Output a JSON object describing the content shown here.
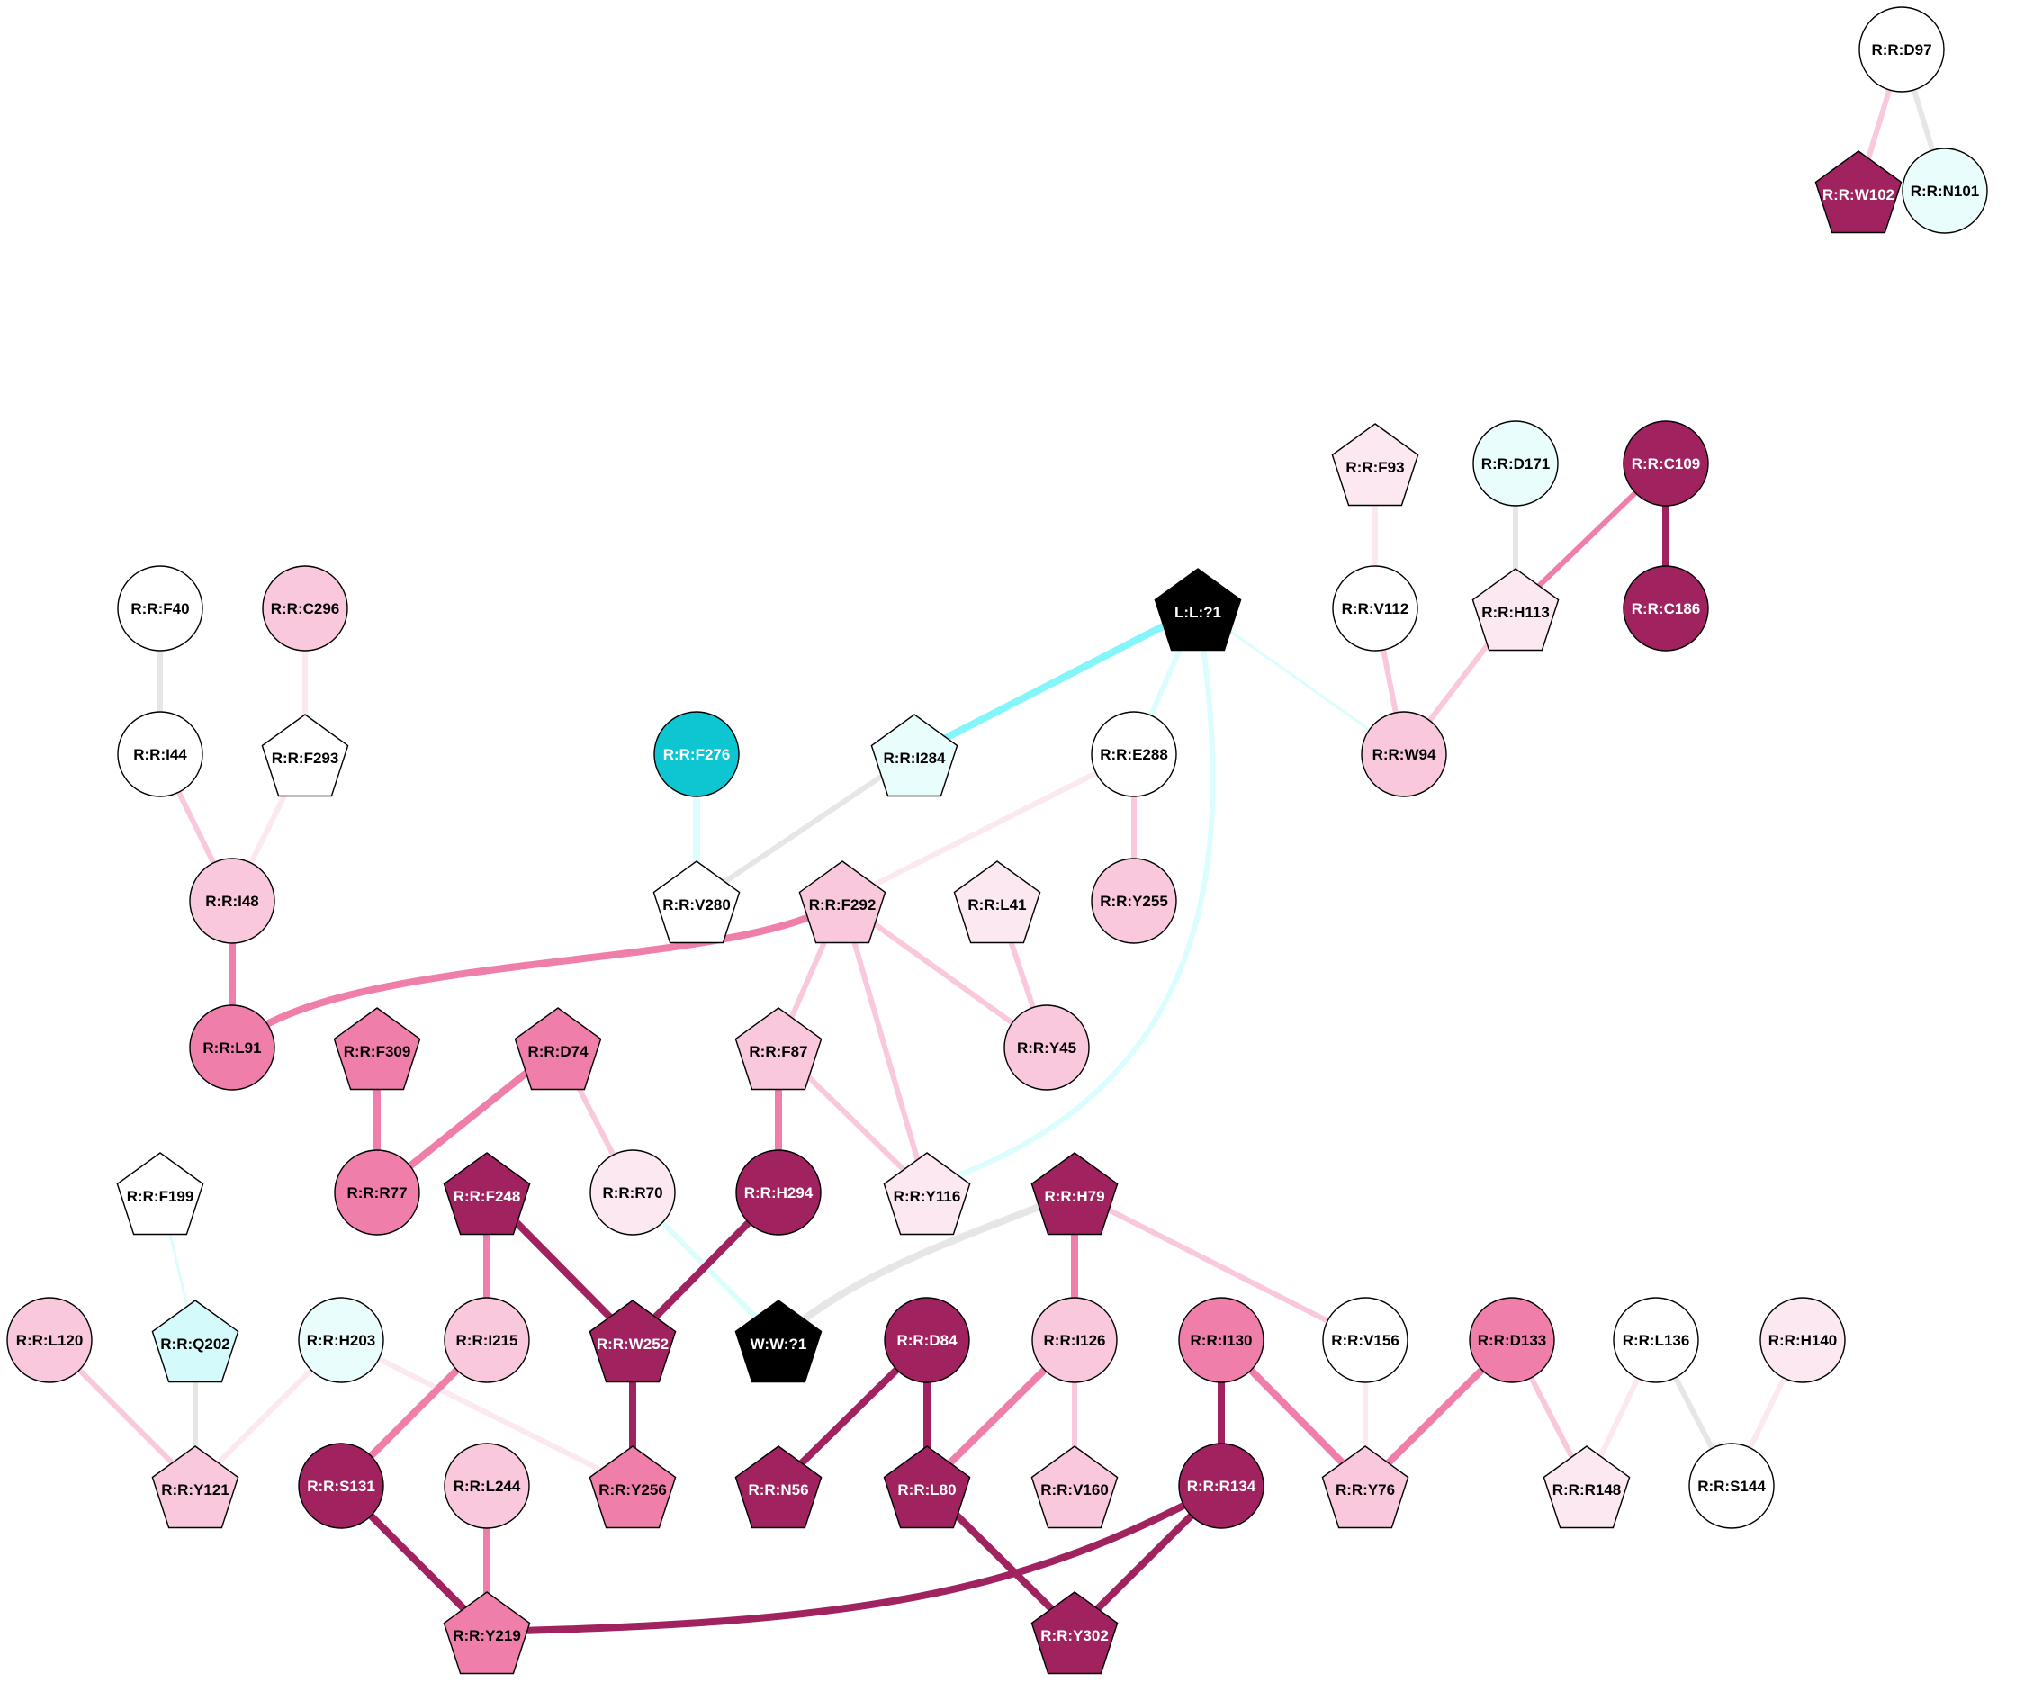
{
  "palette": {
    "white": "#ffffff",
    "pale_pink": "#fce8f0",
    "light_pink": "#f9c8dc",
    "pink": "#ef7eaa",
    "magenta": "#a0225f",
    "pale_cyan": "#eafdfd",
    "light_cyan": "#d5fafb",
    "teal": "#0ec6d2",
    "black": "#000000",
    "edge_gray": "#e6e6e6",
    "edge_cyan": "#84f6fa",
    "edge_pale_cyan": "#dcfdfd"
  },
  "nodes": [
    {
      "id": "D97",
      "label": "R:R:D97",
      "shape": "circle",
      "fill": "white"
    },
    {
      "id": "W102",
      "label": "R:R:W102",
      "shape": "pentagon",
      "fill": "magenta"
    },
    {
      "id": "N101",
      "label": "R:R:N101",
      "shape": "circle",
      "fill": "pale_cyan"
    },
    {
      "id": "F93",
      "label": "R:R:F93",
      "shape": "pentagon",
      "fill": "pale_pink"
    },
    {
      "id": "D171",
      "label": "R:R:D171",
      "shape": "circle",
      "fill": "pale_cyan"
    },
    {
      "id": "C109",
      "label": "R:R:C109",
      "shape": "circle",
      "fill": "magenta"
    },
    {
      "id": "F40",
      "label": "R:R:F40",
      "shape": "circle",
      "fill": "white"
    },
    {
      "id": "C296",
      "label": "R:R:C296",
      "shape": "circle",
      "fill": "light_pink"
    },
    {
      "id": "L1",
      "label": "L:L:?1",
      "shape": "pentagon",
      "fill": "black"
    },
    {
      "id": "V112",
      "label": "R:R:V112",
      "shape": "circle",
      "fill": "white"
    },
    {
      "id": "H113",
      "label": "R:R:H113",
      "shape": "pentagon",
      "fill": "pale_pink"
    },
    {
      "id": "C186",
      "label": "R:R:C186",
      "shape": "circle",
      "fill": "magenta"
    },
    {
      "id": "I44",
      "label": "R:R:I44",
      "shape": "circle",
      "fill": "white"
    },
    {
      "id": "F293",
      "label": "R:R:F293",
      "shape": "pentagon",
      "fill": "white"
    },
    {
      "id": "F276",
      "label": "R:R:F276",
      "shape": "circle",
      "fill": "teal"
    },
    {
      "id": "I284",
      "label": "R:R:I284",
      "shape": "pentagon",
      "fill": "pale_cyan"
    },
    {
      "id": "E288",
      "label": "R:R:E288",
      "shape": "circle",
      "fill": "white"
    },
    {
      "id": "W94",
      "label": "R:R:W94",
      "shape": "circle",
      "fill": "light_pink"
    },
    {
      "id": "I48",
      "label": "R:R:I48",
      "shape": "circle",
      "fill": "light_pink"
    },
    {
      "id": "V280",
      "label": "R:R:V280",
      "shape": "pentagon",
      "fill": "white"
    },
    {
      "id": "F292",
      "label": "R:R:F292",
      "shape": "pentagon",
      "fill": "light_pink"
    },
    {
      "id": "L41",
      "label": "R:R:L41",
      "shape": "pentagon",
      "fill": "pale_pink"
    },
    {
      "id": "Y255",
      "label": "R:R:Y255",
      "shape": "circle",
      "fill": "light_pink"
    },
    {
      "id": "L91",
      "label": "R:R:L91",
      "shape": "circle",
      "fill": "pink"
    },
    {
      "id": "F309",
      "label": "R:R:F309",
      "shape": "pentagon",
      "fill": "pink"
    },
    {
      "id": "D74",
      "label": "R:R:D74",
      "shape": "pentagon",
      "fill": "pink"
    },
    {
      "id": "F87",
      "label": "R:R:F87",
      "shape": "pentagon",
      "fill": "light_pink"
    },
    {
      "id": "Y45",
      "label": "R:R:Y45",
      "shape": "circle",
      "fill": "light_pink"
    },
    {
      "id": "F199",
      "label": "R:R:F199",
      "shape": "pentagon",
      "fill": "white"
    },
    {
      "id": "R77",
      "label": "R:R:R77",
      "shape": "circle",
      "fill": "pink"
    },
    {
      "id": "F248",
      "label": "R:R:F248",
      "shape": "pentagon",
      "fill": "magenta"
    },
    {
      "id": "R70",
      "label": "R:R:R70",
      "shape": "circle",
      "fill": "pale_pink"
    },
    {
      "id": "H294",
      "label": "R:R:H294",
      "shape": "circle",
      "fill": "magenta"
    },
    {
      "id": "Y116",
      "label": "R:R:Y116",
      "shape": "pentagon",
      "fill": "pale_pink"
    },
    {
      "id": "H79",
      "label": "R:R:H79",
      "shape": "pentagon",
      "fill": "magenta"
    },
    {
      "id": "L120",
      "label": "R:R:L120",
      "shape": "circle",
      "fill": "light_pink"
    },
    {
      "id": "Q202",
      "label": "R:R:Q202",
      "shape": "pentagon",
      "fill": "light_cyan"
    },
    {
      "id": "H203",
      "label": "R:R:H203",
      "shape": "circle",
      "fill": "pale_cyan"
    },
    {
      "id": "I215",
      "label": "R:R:I215",
      "shape": "circle",
      "fill": "light_pink"
    },
    {
      "id": "W252",
      "label": "R:R:W252",
      "shape": "pentagon",
      "fill": "magenta"
    },
    {
      "id": "W1",
      "label": "W:W:?1",
      "shape": "pentagon",
      "fill": "black"
    },
    {
      "id": "D84",
      "label": "R:R:D84",
      "shape": "circle",
      "fill": "magenta"
    },
    {
      "id": "I126",
      "label": "R:R:I126",
      "shape": "circle",
      "fill": "light_pink"
    },
    {
      "id": "I130",
      "label": "R:R:I130",
      "shape": "circle",
      "fill": "pink"
    },
    {
      "id": "V156",
      "label": "R:R:V156",
      "shape": "circle",
      "fill": "white"
    },
    {
      "id": "D133",
      "label": "R:R:D133",
      "shape": "circle",
      "fill": "pink"
    },
    {
      "id": "L136",
      "label": "R:R:L136",
      "shape": "circle",
      "fill": "white"
    },
    {
      "id": "H140",
      "label": "R:R:H140",
      "shape": "circle",
      "fill": "pale_pink"
    },
    {
      "id": "Y121",
      "label": "R:R:Y121",
      "shape": "pentagon",
      "fill": "light_pink"
    },
    {
      "id": "S131",
      "label": "R:R:S131",
      "shape": "circle",
      "fill": "magenta"
    },
    {
      "id": "L244",
      "label": "R:R:L244",
      "shape": "circle",
      "fill": "light_pink"
    },
    {
      "id": "Y256",
      "label": "R:R:Y256",
      "shape": "pentagon",
      "fill": "pink"
    },
    {
      "id": "N56",
      "label": "R:R:N56",
      "shape": "pentagon",
      "fill": "magenta"
    },
    {
      "id": "L80",
      "label": "R:R:L80",
      "shape": "pentagon",
      "fill": "magenta"
    },
    {
      "id": "V160",
      "label": "R:R:V160",
      "shape": "pentagon",
      "fill": "light_pink"
    },
    {
      "id": "R134",
      "label": "R:R:R134",
      "shape": "circle",
      "fill": "magenta"
    },
    {
      "id": "Y76",
      "label": "R:R:Y76",
      "shape": "pentagon",
      "fill": "light_pink"
    },
    {
      "id": "R148",
      "label": "R:R:R148",
      "shape": "pentagon",
      "fill": "pale_pink"
    },
    {
      "id": "S144",
      "label": "R:R:S144",
      "shape": "circle",
      "fill": "white"
    },
    {
      "id": "Y219",
      "label": "R:R:Y219",
      "shape": "pentagon",
      "fill": "pink"
    },
    {
      "id": "Y302",
      "label": "R:R:Y302",
      "shape": "pentagon",
      "fill": "magenta"
    }
  ],
  "edges": [
    {
      "from": "D97",
      "to": "W102",
      "color": "light_pink",
      "weight": 2
    },
    {
      "from": "D97",
      "to": "N101",
      "color": "edge_gray",
      "weight": 2
    },
    {
      "from": "F93",
      "to": "V112",
      "color": "pale_pink",
      "weight": 2
    },
    {
      "from": "D171",
      "to": "H113",
      "color": "edge_gray",
      "weight": 2
    },
    {
      "from": "C109",
      "to": "H113",
      "color": "pink",
      "weight": 2
    },
    {
      "from": "C109",
      "to": "C186",
      "color": "magenta",
      "weight": 3
    },
    {
      "from": "V112",
      "to": "W94",
      "color": "light_pink",
      "weight": 2
    },
    {
      "from": "H113",
      "to": "W94",
      "color": "light_pink",
      "weight": 2
    },
    {
      "from": "L1",
      "to": "I284",
      "color": "edge_cyan",
      "weight": 3
    },
    {
      "from": "L1",
      "to": "E288",
      "color": "edge_pale_cyan",
      "weight": 2
    },
    {
      "from": "L1",
      "to": "W94",
      "color": "edge_pale_cyan",
      "weight": 1
    },
    {
      "from": "L1",
      "to": "Y116",
      "color": "edge_pale_cyan",
      "weight": 2,
      "curve": "ligand"
    },
    {
      "from": "F40",
      "to": "I44",
      "color": "edge_gray",
      "weight": 2
    },
    {
      "from": "C296",
      "to": "F293",
      "color": "pale_pink",
      "weight": 2
    },
    {
      "from": "I44",
      "to": "I48",
      "color": "light_pink",
      "weight": 2
    },
    {
      "from": "F293",
      "to": "I48",
      "color": "pale_pink",
      "weight": 2
    },
    {
      "from": "I48",
      "to": "L91",
      "color": "pink",
      "weight": 3
    },
    {
      "from": "F292",
      "to": "L91",
      "color": "pink",
      "weight": 3,
      "curve": "long"
    },
    {
      "from": "F276",
      "to": "V280",
      "color": "edge_pale_cyan",
      "weight": 3
    },
    {
      "from": "I284",
      "to": "V280",
      "color": "edge_gray",
      "weight": 2
    },
    {
      "from": "E288",
      "to": "F292",
      "color": "pale_pink",
      "weight": 2
    },
    {
      "from": "E288",
      "to": "Y255",
      "color": "light_pink",
      "weight": 2
    },
    {
      "from": "F292",
      "to": "F87",
      "color": "light_pink",
      "weight": 2
    },
    {
      "from": "F292",
      "to": "Y116",
      "color": "light_pink",
      "weight": 2
    },
    {
      "from": "F292",
      "to": "Y45",
      "color": "light_pink",
      "weight": 2
    },
    {
      "from": "L41",
      "to": "Y45",
      "color": "light_pink",
      "weight": 2
    },
    {
      "from": "F309",
      "to": "R77",
      "color": "pink",
      "weight": 3
    },
    {
      "from": "D74",
      "to": "R77",
      "color": "pink",
      "weight": 3
    },
    {
      "from": "D74",
      "to": "R70",
      "color": "light_pink",
      "weight": 2
    },
    {
      "from": "F87",
      "to": "H294",
      "color": "pink",
      "weight": 3
    },
    {
      "from": "F87",
      "to": "Y116",
      "color": "light_pink",
      "weight": 2
    },
    {
      "from": "R70",
      "to": "W1",
      "color": "edge_pale_cyan",
      "weight": 2
    },
    {
      "from": "H294",
      "to": "W252",
      "color": "magenta",
      "weight": 3
    },
    {
      "from": "F248",
      "to": "I215",
      "color": "pink",
      "weight": 3
    },
    {
      "from": "F248",
      "to": "W252",
      "color": "magenta",
      "weight": 3
    },
    {
      "from": "H79",
      "to": "W1",
      "color": "edge_gray",
      "weight": 3,
      "curve": "soft"
    },
    {
      "from": "H79",
      "to": "I126",
      "color": "pink",
      "weight": 3
    },
    {
      "from": "H79",
      "to": "V156",
      "color": "light_pink",
      "weight": 2
    },
    {
      "from": "F199",
      "to": "Q202",
      "color": "edge_pale_cyan",
      "weight": 1
    },
    {
      "from": "Q202",
      "to": "Y121",
      "color": "edge_gray",
      "weight": 2
    },
    {
      "from": "L120",
      "to": "Y121",
      "color": "light_pink",
      "weight": 2
    },
    {
      "from": "H203",
      "to": "Y121",
      "color": "pale_pink",
      "weight": 2
    },
    {
      "from": "H203",
      "to": "Y256",
      "color": "pale_pink",
      "weight": 2
    },
    {
      "from": "I215",
      "to": "S131",
      "color": "pink",
      "weight": 3
    },
    {
      "from": "W252",
      "to": "Y256",
      "color": "magenta",
      "weight": 3
    },
    {
      "from": "D84",
      "to": "N56",
      "color": "magenta",
      "weight": 3
    },
    {
      "from": "D84",
      "to": "L80",
      "color": "magenta",
      "weight": 3
    },
    {
      "from": "I126",
      "to": "L80",
      "color": "pink",
      "weight": 3
    },
    {
      "from": "I126",
      "to": "V160",
      "color": "light_pink",
      "weight": 2
    },
    {
      "from": "I130",
      "to": "R134",
      "color": "magenta",
      "weight": 3
    },
    {
      "from": "I130",
      "to": "Y76",
      "color": "pink",
      "weight": 3
    },
    {
      "from": "V156",
      "to": "Y76",
      "color": "pale_pink",
      "weight": 2
    },
    {
      "from": "D133",
      "to": "Y76",
      "color": "pink",
      "weight": 3
    },
    {
      "from": "D133",
      "to": "R148",
      "color": "light_pink",
      "weight": 2
    },
    {
      "from": "L136",
      "to": "R148",
      "color": "pale_pink",
      "weight": 2
    },
    {
      "from": "L136",
      "to": "S144",
      "color": "edge_gray",
      "weight": 2
    },
    {
      "from": "H140",
      "to": "S144",
      "color": "pale_pink",
      "weight": 2
    },
    {
      "from": "S131",
      "to": "Y219",
      "color": "magenta",
      "weight": 3
    },
    {
      "from": "L244",
      "to": "Y219",
      "color": "pink",
      "weight": 3
    },
    {
      "from": "R134",
      "to": "Y219",
      "color": "magenta",
      "weight": 3,
      "curve": "long2"
    },
    {
      "from": "L80",
      "to": "Y302",
      "color": "magenta",
      "weight": 3
    },
    {
      "from": "R134",
      "to": "Y302",
      "color": "magenta",
      "weight": 3
    }
  ]
}
